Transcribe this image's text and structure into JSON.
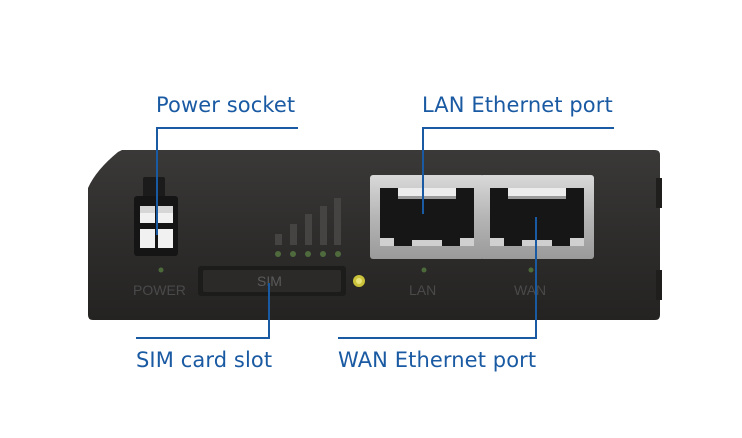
{
  "callouts": {
    "power_socket": "Power socket",
    "lan_port": "LAN Ethernet port",
    "sim_slot": "SIM card slot",
    "wan_port": "WAN Ethernet port"
  },
  "panel_labels": {
    "power": "POWER",
    "sim": "SIM",
    "lan": "LAN",
    "wan": "WAN"
  },
  "colors": {
    "callout": "#1a5aa3",
    "device_body": "#2e2d2c",
    "led_green": "#5fbf3a",
    "led_amber": "#c9c23a",
    "port_metal": "#bfbfbf"
  },
  "signal_bars": 5
}
